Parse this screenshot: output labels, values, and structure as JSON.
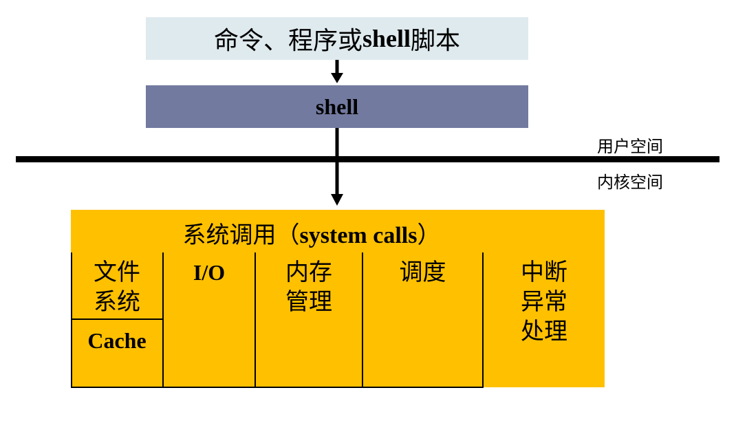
{
  "user_layer": {
    "command_box": {
      "label_prefix": "命令、程序或",
      "label_shell": "shell",
      "label_suffix": "脚本"
    },
    "shell_box": {
      "label": "shell"
    }
  },
  "boundary": {
    "user_space_label": "用户空间",
    "kernel_space_label": "内核空间"
  },
  "kernel": {
    "syscall_prefix": "系统调用（",
    "syscall_en": "system calls",
    "syscall_suffix": "）",
    "cells": {
      "filesystem": [
        "文件",
        "系统"
      ],
      "cache": "Cache",
      "io": "I/O",
      "memory": [
        "内存",
        "管理"
      ],
      "scheduling": "调度",
      "interrupt": [
        "中断",
        "异常",
        "处理"
      ]
    }
  },
  "colors": {
    "command_box": "#dfeaee",
    "shell_box": "#737aa0",
    "kernel_box": "#ffc000",
    "lines": "#000000"
  }
}
